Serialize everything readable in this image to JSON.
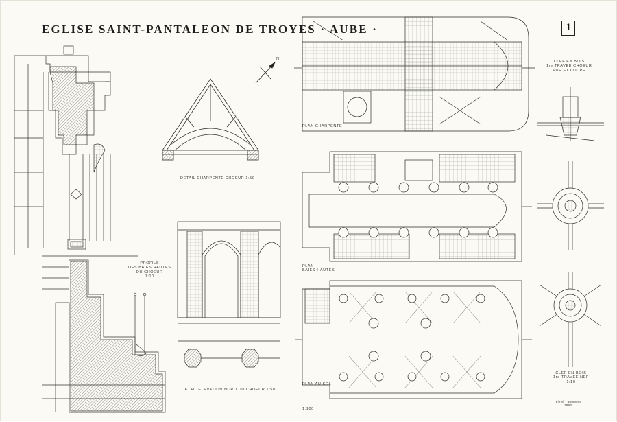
{
  "sheet": {
    "title": "EGLISE SAINT-PANTALEON DE TROYES · AUBE ·",
    "sheet_number": "1",
    "north_arrow_label": "N"
  },
  "labels": {
    "detail_charpente": "DETAIL CHARPENTE CHOEUR 1:50",
    "detail_elevation": "DETAIL ELEVATION NORD DU CHOEUR  1:50",
    "profils": "PROFILS\nDES BAIES HAUTES\nDU CHOEUR\n1:10",
    "plan_charpente": "PLAN CHARPENTE",
    "plan_baies": "PLAN\nBAIES HAUTES",
    "plan_sol": "PLAN AU SOL",
    "scale_plans": "1:100",
    "clef_choeur": "CLEF EN BOIS\n1re TRAVEE CHOEUR\nVUE ET COUPE",
    "clef_nef": "CLEF EN BOIS\n1re TRAVEE NEF\n1:10",
    "credits": "relevé : anonyme\n1962"
  },
  "colors": {
    "paper": "#fbfaf4",
    "ink": "#2b2b2b",
    "hatch": "#555555"
  }
}
